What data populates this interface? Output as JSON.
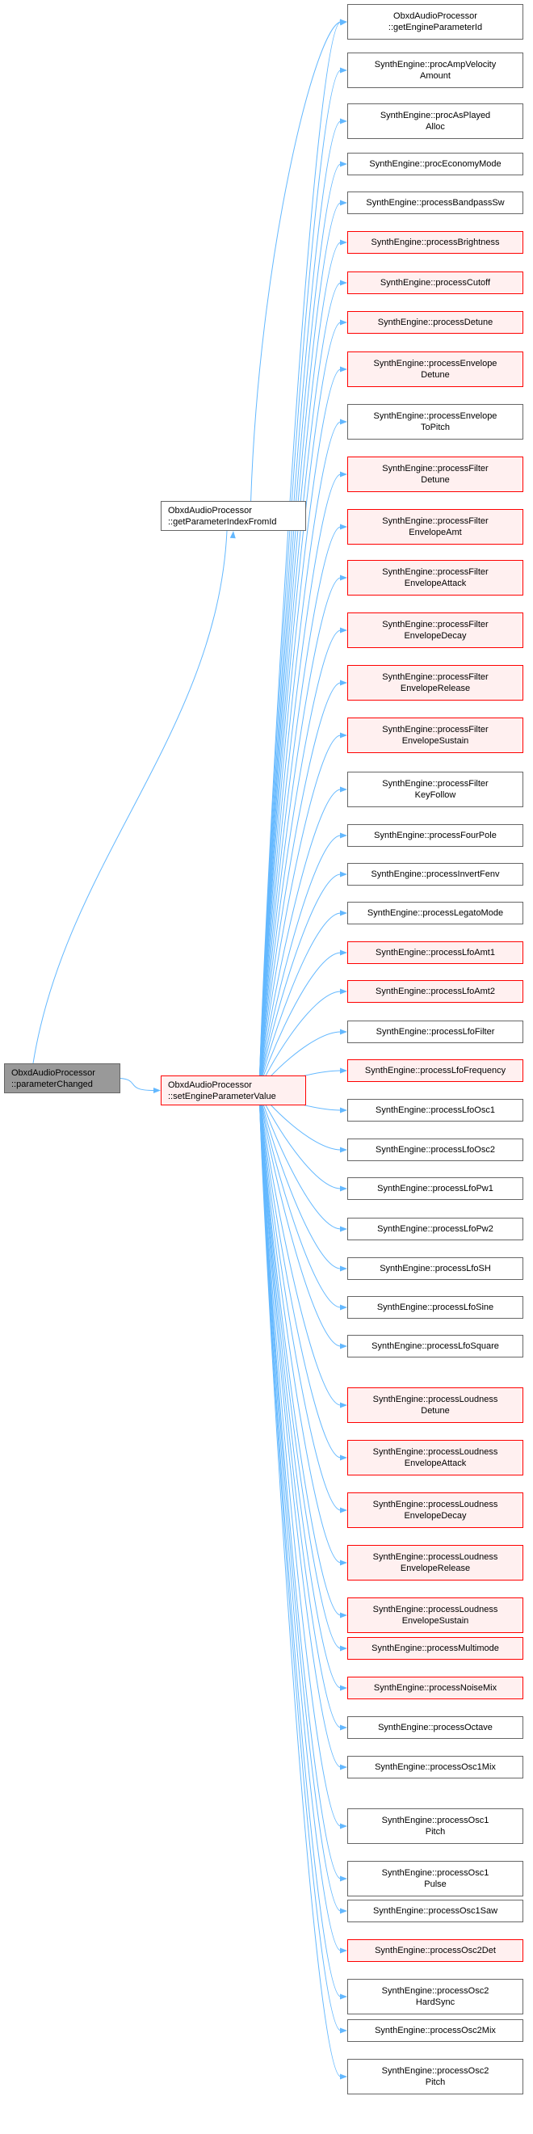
{
  "colors": {
    "edge": "#63b8ff",
    "border": "#666666",
    "highlight_border": "#ff0000",
    "highlight_fill": "#fff0f0",
    "root_fill": "#999999"
  },
  "nodes": [
    {
      "id": "root",
      "lines": [
        "ObxdAudioProcessor",
        "::parameterChanged"
      ],
      "style": "root"
    },
    {
      "id": "gpi",
      "lines": [
        "ObxdAudioProcessor",
        "::getParameterIndexFromId"
      ],
      "style": "normal"
    },
    {
      "id": "sepv",
      "lines": [
        "ObxdAudioProcessor",
        "::setEngineParameterValue"
      ],
      "style": "hl"
    },
    {
      "id": "t0",
      "lines": [
        "ObxdAudioProcessor",
        "::getEngineParameterId"
      ],
      "style": "normal"
    },
    {
      "id": "t1",
      "lines": [
        "SynthEngine::procAmpVelocity",
        "Amount"
      ],
      "style": "normal"
    },
    {
      "id": "t2",
      "lines": [
        "SynthEngine::procAsPlayed",
        "Alloc"
      ],
      "style": "normal"
    },
    {
      "id": "t3",
      "lines": [
        "SynthEngine::procEconomyMode"
      ],
      "style": "normal"
    },
    {
      "id": "t4",
      "lines": [
        "SynthEngine::processBandpassSw"
      ],
      "style": "normal"
    },
    {
      "id": "t5",
      "lines": [
        "SynthEngine::processBrightness"
      ],
      "style": "hl"
    },
    {
      "id": "t6",
      "lines": [
        "SynthEngine::processCutoff"
      ],
      "style": "hl"
    },
    {
      "id": "t7",
      "lines": [
        "SynthEngine::processDetune"
      ],
      "style": "hl"
    },
    {
      "id": "t8",
      "lines": [
        "SynthEngine::processEnvelope",
        "Detune"
      ],
      "style": "hl"
    },
    {
      "id": "t9",
      "lines": [
        "SynthEngine::processEnvelope",
        "ToPitch"
      ],
      "style": "normal"
    },
    {
      "id": "t10",
      "lines": [
        "SynthEngine::processFilter",
        "Detune"
      ],
      "style": "hl"
    },
    {
      "id": "t11",
      "lines": [
        "SynthEngine::processFilter",
        "EnvelopeAmt"
      ],
      "style": "hl"
    },
    {
      "id": "t12",
      "lines": [
        "SynthEngine::processFilter",
        "EnvelopeAttack"
      ],
      "style": "hl"
    },
    {
      "id": "t13",
      "lines": [
        "SynthEngine::processFilter",
        "EnvelopeDecay"
      ],
      "style": "hl"
    },
    {
      "id": "t14",
      "lines": [
        "SynthEngine::processFilter",
        "EnvelopeRelease"
      ],
      "style": "hl"
    },
    {
      "id": "t15",
      "lines": [
        "SynthEngine::processFilter",
        "EnvelopeSustain"
      ],
      "style": "hl"
    },
    {
      "id": "t16",
      "lines": [
        "SynthEngine::processFilter",
        "KeyFollow"
      ],
      "style": "normal"
    },
    {
      "id": "t17",
      "lines": [
        "SynthEngine::processFourPole"
      ],
      "style": "normal"
    },
    {
      "id": "t18",
      "lines": [
        "SynthEngine::processInvertFenv"
      ],
      "style": "normal"
    },
    {
      "id": "t19",
      "lines": [
        "SynthEngine::processLegatoMode"
      ],
      "style": "normal"
    },
    {
      "id": "t20",
      "lines": [
        "SynthEngine::processLfoAmt1"
      ],
      "style": "hl"
    },
    {
      "id": "t21",
      "lines": [
        "SynthEngine::processLfoAmt2"
      ],
      "style": "hl"
    },
    {
      "id": "t22",
      "lines": [
        "SynthEngine::processLfoFilter"
      ],
      "style": "normal"
    },
    {
      "id": "t23",
      "lines": [
        "SynthEngine::processLfoFrequency"
      ],
      "style": "hl"
    },
    {
      "id": "t24",
      "lines": [
        "SynthEngine::processLfoOsc1"
      ],
      "style": "normal"
    },
    {
      "id": "t25",
      "lines": [
        "SynthEngine::processLfoOsc2"
      ],
      "style": "normal"
    },
    {
      "id": "t26",
      "lines": [
        "SynthEngine::processLfoPw1"
      ],
      "style": "normal"
    },
    {
      "id": "t27",
      "lines": [
        "SynthEngine::processLfoPw2"
      ],
      "style": "normal"
    },
    {
      "id": "t28",
      "lines": [
        "SynthEngine::processLfoSH"
      ],
      "style": "normal"
    },
    {
      "id": "t29",
      "lines": [
        "SynthEngine::processLfoSine"
      ],
      "style": "normal"
    },
    {
      "id": "t30",
      "lines": [
        "SynthEngine::processLfoSquare"
      ],
      "style": "normal"
    },
    {
      "id": "t31",
      "lines": [
        "SynthEngine::processLoudness",
        "Detune"
      ],
      "style": "hl"
    },
    {
      "id": "t32",
      "lines": [
        "SynthEngine::processLoudness",
        "EnvelopeAttack"
      ],
      "style": "hl"
    },
    {
      "id": "t33",
      "lines": [
        "SynthEngine::processLoudness",
        "EnvelopeDecay"
      ],
      "style": "hl"
    },
    {
      "id": "t34",
      "lines": [
        "SynthEngine::processLoudness",
        "EnvelopeRelease"
      ],
      "style": "hl"
    },
    {
      "id": "t35",
      "lines": [
        "SynthEngine::processLoudness",
        "EnvelopeSustain"
      ],
      "style": "hl"
    },
    {
      "id": "t36",
      "lines": [
        "SynthEngine::processMultimode"
      ],
      "style": "hl"
    },
    {
      "id": "t37",
      "lines": [
        "SynthEngine::processNoiseMix"
      ],
      "style": "hl"
    },
    {
      "id": "t38",
      "lines": [
        "SynthEngine::processOctave"
      ],
      "style": "normal"
    },
    {
      "id": "t39",
      "lines": [
        "SynthEngine::processOsc1Mix"
      ],
      "style": "normal"
    },
    {
      "id": "t40",
      "lines": [
        "SynthEngine::processOsc1",
        "Pitch"
      ],
      "style": "normal"
    },
    {
      "id": "t41",
      "lines": [
        "SynthEngine::processOsc1",
        "Pulse"
      ],
      "style": "normal"
    },
    {
      "id": "t42",
      "lines": [
        "SynthEngine::processOsc1Saw"
      ],
      "style": "normal"
    },
    {
      "id": "t43",
      "lines": [
        "SynthEngine::processOsc2Det"
      ],
      "style": "hl"
    },
    {
      "id": "t44",
      "lines": [
        "SynthEngine::processOsc2",
        "HardSync"
      ],
      "style": "normal"
    },
    {
      "id": "t45",
      "lines": [
        "SynthEngine::processOsc2Mix"
      ],
      "style": "normal"
    },
    {
      "id": "t46",
      "lines": [
        "SynthEngine::processOsc2",
        "Pitch"
      ],
      "style": "normal"
    }
  ],
  "edges": [
    [
      "root",
      "gpi"
    ],
    [
      "root",
      "sepv"
    ],
    [
      "gpi",
      "t0"
    ],
    [
      "sepv",
      "t0"
    ],
    [
      "sepv",
      "t1"
    ],
    [
      "sepv",
      "t2"
    ],
    [
      "sepv",
      "t3"
    ],
    [
      "sepv",
      "t4"
    ],
    [
      "sepv",
      "t5"
    ],
    [
      "sepv",
      "t6"
    ],
    [
      "sepv",
      "t7"
    ],
    [
      "sepv",
      "t8"
    ],
    [
      "sepv",
      "t9"
    ],
    [
      "sepv",
      "t10"
    ],
    [
      "sepv",
      "t11"
    ],
    [
      "sepv",
      "t12"
    ],
    [
      "sepv",
      "t13"
    ],
    [
      "sepv",
      "t14"
    ],
    [
      "sepv",
      "t15"
    ],
    [
      "sepv",
      "t16"
    ],
    [
      "sepv",
      "t17"
    ],
    [
      "sepv",
      "t18"
    ],
    [
      "sepv",
      "t19"
    ],
    [
      "sepv",
      "t20"
    ],
    [
      "sepv",
      "t21"
    ],
    [
      "sepv",
      "t22"
    ],
    [
      "sepv",
      "t23"
    ],
    [
      "sepv",
      "t24"
    ],
    [
      "sepv",
      "t25"
    ],
    [
      "sepv",
      "t26"
    ],
    [
      "sepv",
      "t27"
    ],
    [
      "sepv",
      "t28"
    ],
    [
      "sepv",
      "t29"
    ],
    [
      "sepv",
      "t30"
    ],
    [
      "sepv",
      "t31"
    ],
    [
      "sepv",
      "t32"
    ],
    [
      "sepv",
      "t33"
    ],
    [
      "sepv",
      "t34"
    ],
    [
      "sepv",
      "t35"
    ],
    [
      "sepv",
      "t36"
    ],
    [
      "sepv",
      "t37"
    ],
    [
      "sepv",
      "t38"
    ],
    [
      "sepv",
      "t39"
    ],
    [
      "sepv",
      "t40"
    ],
    [
      "sepv",
      "t41"
    ],
    [
      "sepv",
      "t42"
    ],
    [
      "sepv",
      "t43"
    ],
    [
      "sepv",
      "t44"
    ],
    [
      "sepv",
      "t45"
    ],
    [
      "sepv",
      "t46"
    ]
  ]
}
